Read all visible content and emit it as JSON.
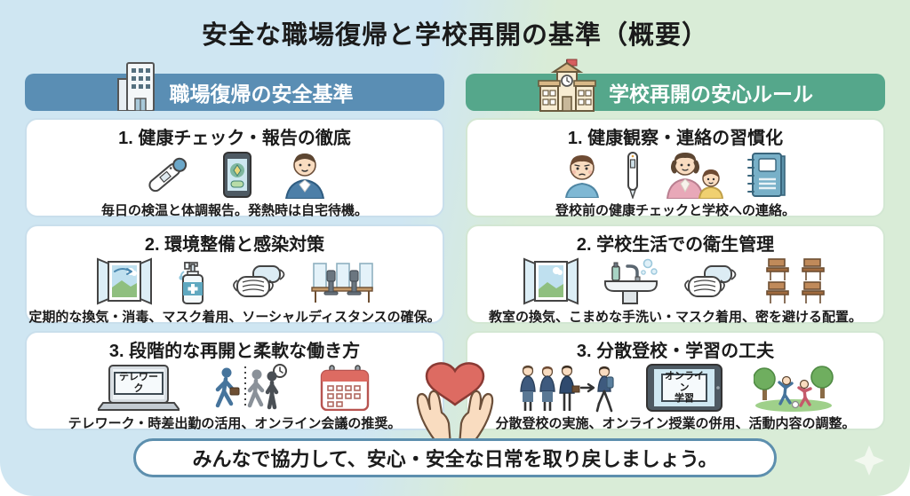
{
  "page": {
    "title": "安全な職場復帰と学校再開の基準（概要）"
  },
  "work_column": {
    "header": {
      "label": "職場復帰の安全基準",
      "icon": "office-building-icon",
      "color": "#5a8eb4"
    },
    "sections": [
      {
        "heading": "1. 健康チェック・報告の徹底",
        "caption": "毎日の検温と体調報告。発熱時は自宅待機。",
        "icons": [
          "thermometer-icon",
          "health-app-phone-icon",
          "office-worker-icon"
        ]
      },
      {
        "heading": "2. 環境整備と感染対策",
        "caption": "定期的な換気・消毒、マスク着用、ソーシャルディスタンスの確保。",
        "icons": [
          "open-window-icon",
          "hand-sanitizer-icon",
          "face-masks-icon",
          "partitioned-desks-icon"
        ]
      },
      {
        "heading": "3. 段階的な再開と柔軟な働き方",
        "caption": "テレワーク・時差出勤の活用、オンライン会議の推奨。",
        "icons": [
          "telework-laptop-icon",
          "staggered-commute-icon",
          "calendar-icon"
        ],
        "laptop_label": "テレワーク"
      }
    ]
  },
  "school_column": {
    "header": {
      "label": "学校再開の安心ルール",
      "icon": "school-building-icon",
      "color": "#55a78b"
    },
    "sections": [
      {
        "heading": "1. 健康観察・連絡の習慣化",
        "caption": "登校前の健康チェックと学校への連絡。",
        "icons": [
          "child-icon",
          "thermometer-icon",
          "parent-child-icon",
          "notebook-icon"
        ]
      },
      {
        "heading": "2. 学校生活での衛生管理",
        "caption": "教室の換気、こまめな手洗い・マスク着用、密を避ける配置。",
        "icons": [
          "open-window-icon",
          "handwash-sink-icon",
          "face-masks-icon",
          "school-desks-icon"
        ]
      },
      {
        "heading": "3. 分散登校・学習の工夫",
        "caption": "分散登校の実施、オンライン授業の併用、活動内容の調整。",
        "icons": [
          "students-group-arrow-icon",
          "online-learning-tablet-icon",
          "outdoor-play-icon"
        ],
        "tablet_label_line1": "オンライン",
        "tablet_label_line2": "学習"
      }
    ]
  },
  "footer": {
    "message": "みんなで協力して、安心・安全な日常を取り戻しましょう。"
  },
  "decorations": {
    "center_illustration": "hands-holding-heart-icon",
    "corner": "sparkle-icon"
  },
  "colors": {
    "bg_left": "#cfe6f2",
    "bg_right": "#d9ecd7",
    "work_header": "#5a8eb4",
    "school_header": "#55a78b",
    "footer_border": "#5d8fae",
    "heart": "#dd6b62"
  }
}
